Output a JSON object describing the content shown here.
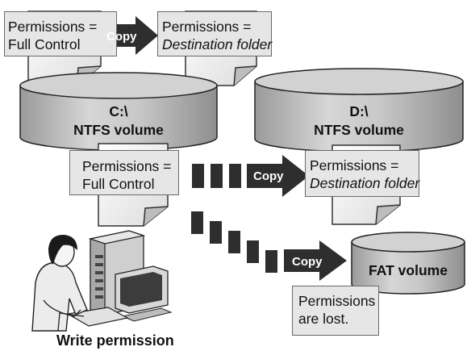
{
  "top": {
    "source_box": {
      "line1": "Permissions =",
      "line2": "Full Control"
    },
    "copy_label": "Copy",
    "dest_box": {
      "line1": "Permissions =",
      "line2": "Destination folder"
    }
  },
  "volumes": {
    "c": {
      "line1": "C:\\",
      "line2": "NTFS volume"
    },
    "d": {
      "line1": "D:\\",
      "line2": "NTFS volume"
    },
    "fat": {
      "label": "FAT volume"
    }
  },
  "middle": {
    "source_box": {
      "line1": "Permissions =",
      "line2": "Full Control"
    },
    "copy_label": "Copy",
    "dest_box": {
      "line1": "Permissions =",
      "line2": "Destination folder"
    }
  },
  "bottom": {
    "copy_label": "Copy",
    "lost_box": {
      "line1": "Permissions",
      "line2": "are lost."
    }
  },
  "user_caption": "Write permission",
  "colors": {
    "arrow": "#2e2e2e",
    "box": "#e6e6e6",
    "cylinder": "#c4c4c4",
    "doc": "#f2f2f2"
  }
}
